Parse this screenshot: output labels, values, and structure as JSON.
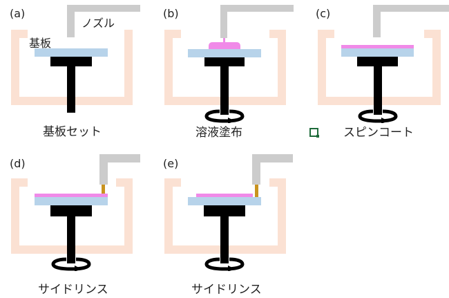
{
  "colors": {
    "basin": "#fbe1d3",
    "nozzle": "#cccccc",
    "substrate": "#b7d3ea",
    "film": "#f08ae8",
    "chuck": "#000000",
    "rinse_tip": "#c9931f",
    "anchor_icon": "#1e6b3a"
  },
  "panels": [
    {
      "id": "a",
      "label": "(a)",
      "caption": "基板セット",
      "annotations": {
        "nozzle": "ノズル",
        "substrate": "基板"
      }
    },
    {
      "id": "b",
      "label": "(b)",
      "caption": "溶液塗布"
    },
    {
      "id": "c",
      "label": "(c)",
      "caption": "スピンコート"
    },
    {
      "id": "d",
      "label": "(d)",
      "caption": "サイドリンス"
    },
    {
      "id": "e",
      "label": "(e)",
      "caption": "サイドリンス"
    }
  ],
  "icons": {
    "rotation": "rotation-arrow-icon",
    "anchor": "anchor-handle-icon"
  }
}
